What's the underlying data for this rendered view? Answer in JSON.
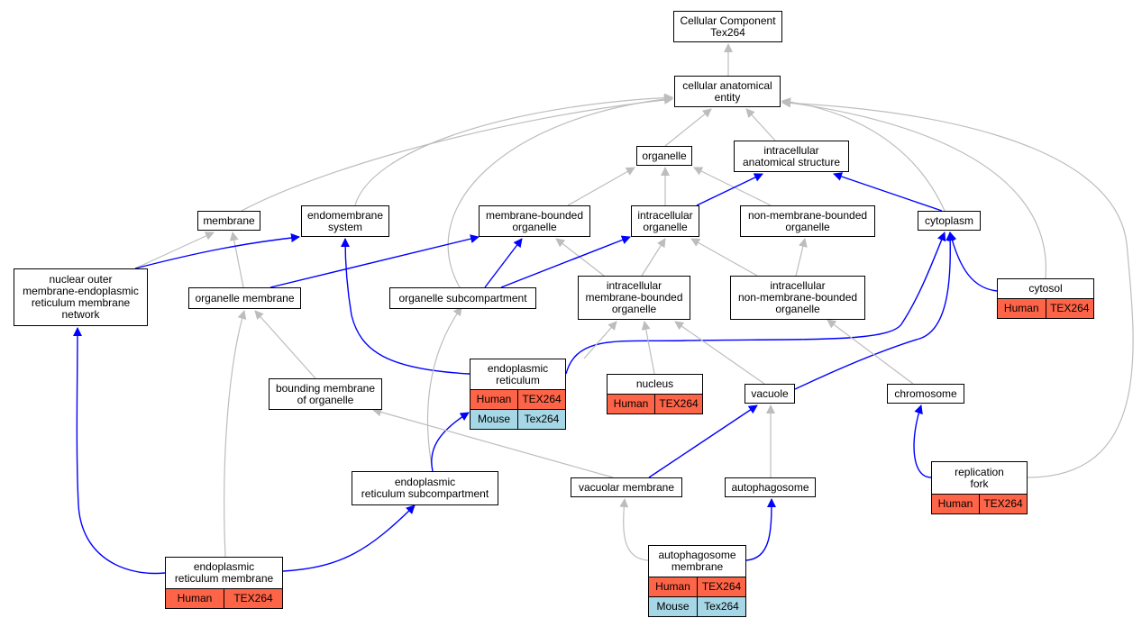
{
  "colors": {
    "is_a_edge": "#bdbdbd",
    "part_of_edge": "#0000ff",
    "human_cell": "#fe6447",
    "mouse_cell": "#a6d7e6"
  },
  "nodes": {
    "root": {
      "lines": [
        "Cellular Component",
        "Tex264"
      ]
    },
    "cae": {
      "lines": [
        "cellular anatomical",
        "entity"
      ]
    },
    "organelle": {
      "lines": [
        "organelle"
      ]
    },
    "ias": {
      "lines": [
        "intracellular",
        "anatomical structure"
      ]
    },
    "membrane": {
      "lines": [
        "membrane"
      ]
    },
    "endomembrane": {
      "lines": [
        "endomembrane",
        "system"
      ]
    },
    "mbo": {
      "lines": [
        "membrane-bounded",
        "organelle"
      ]
    },
    "io": {
      "lines": [
        "intracellular",
        "organelle"
      ]
    },
    "nmbo": {
      "lines": [
        "non-membrane-bounded",
        "organelle"
      ]
    },
    "cytoplasm": {
      "lines": [
        "cytoplasm"
      ]
    },
    "nuclear": {
      "lines": [
        "nuclear outer",
        "membrane-endoplasmic",
        "reticulum membrane",
        "network"
      ]
    },
    "orgmem": {
      "lines": [
        "organelle membrane"
      ]
    },
    "orgsub": {
      "lines": [
        "organelle subcompartment"
      ]
    },
    "imbo": {
      "lines": [
        "intracellular",
        "membrane-bounded",
        "organelle"
      ]
    },
    "inmbo": {
      "lines": [
        "intracellular",
        "non-membrane-bounded",
        "organelle"
      ]
    },
    "cytosol": {
      "lines": [
        "cytosol"
      ],
      "rows": [
        {
          "species": "Human",
          "gene": "TEX264"
        }
      ]
    },
    "er": {
      "lines": [
        "endoplasmic",
        "reticulum"
      ],
      "rows": [
        {
          "species": "Human",
          "gene": "TEX264"
        },
        {
          "species": "Mouse",
          "gene": "Tex264"
        }
      ]
    },
    "bmo": {
      "lines": [
        "bounding membrane",
        "of organelle"
      ]
    },
    "nucleus": {
      "lines": [
        "nucleus"
      ],
      "rows": [
        {
          "species": "Human",
          "gene": "TEX264"
        }
      ]
    },
    "vacuole": {
      "lines": [
        "vacuole"
      ]
    },
    "chromosome": {
      "lines": [
        "chromosome"
      ]
    },
    "ersub": {
      "lines": [
        "endoplasmic",
        "reticulum subcompartment"
      ]
    },
    "vacmem": {
      "lines": [
        "vacuolar membrane"
      ]
    },
    "autophagosome": {
      "lines": [
        "autophagosome"
      ]
    },
    "repfork": {
      "lines": [
        "replication",
        "fork"
      ],
      "rows": [
        {
          "species": "Human",
          "gene": "TEX264"
        }
      ]
    },
    "ermem": {
      "lines": [
        "endoplasmic",
        "reticulum membrane"
      ],
      "rows": [
        {
          "species": "Human",
          "gene": "TEX264"
        }
      ]
    },
    "apmem": {
      "lines": [
        "autophagosome",
        "membrane"
      ],
      "rows": [
        {
          "species": "Human",
          "gene": "TEX264"
        },
        {
          "species": "Mouse",
          "gene": "Tex264"
        }
      ]
    }
  },
  "edges": [
    {
      "from": "cae",
      "to": "root",
      "type": "is_a"
    },
    {
      "from": "organelle",
      "to": "cae",
      "type": "is_a"
    },
    {
      "from": "ias",
      "to": "cae",
      "type": "is_a"
    },
    {
      "from": "membrane",
      "to": "cae",
      "type": "is_a"
    },
    {
      "from": "endomembrane",
      "to": "cae",
      "type": "is_a"
    },
    {
      "from": "orgsub",
      "to": "cae",
      "type": "is_a"
    },
    {
      "from": "cytoplasm",
      "to": "cae",
      "type": "is_a"
    },
    {
      "from": "cytosol",
      "to": "cae",
      "type": "is_a"
    },
    {
      "from": "repfork",
      "to": "cae",
      "type": "is_a"
    },
    {
      "from": "mbo",
      "to": "organelle",
      "type": "is_a"
    },
    {
      "from": "io",
      "to": "organelle",
      "type": "is_a"
    },
    {
      "from": "nmbo",
      "to": "organelle",
      "type": "is_a"
    },
    {
      "from": "io",
      "to": "ias",
      "type": "part_of"
    },
    {
      "from": "cytoplasm",
      "to": "ias",
      "type": "part_of"
    },
    {
      "from": "nuclear",
      "to": "membrane",
      "type": "is_a"
    },
    {
      "from": "orgmem",
      "to": "membrane",
      "type": "is_a"
    },
    {
      "from": "nuclear",
      "to": "endomembrane",
      "type": "part_of"
    },
    {
      "from": "er",
      "to": "endomembrane",
      "type": "part_of"
    },
    {
      "from": "orgmem",
      "to": "mbo",
      "type": "part_of"
    },
    {
      "from": "orgsub",
      "to": "mbo",
      "type": "part_of"
    },
    {
      "from": "imbo",
      "to": "mbo",
      "type": "is_a"
    },
    {
      "from": "orgsub",
      "to": "io",
      "type": "part_of"
    },
    {
      "from": "imbo",
      "to": "io",
      "type": "is_a"
    },
    {
      "from": "inmbo",
      "to": "io",
      "type": "is_a"
    },
    {
      "from": "inmbo",
      "to": "nmbo",
      "type": "is_a"
    },
    {
      "from": "cytosol",
      "to": "cytoplasm",
      "type": "part_of"
    },
    {
      "from": "er",
      "to": "cytoplasm",
      "type": "part_of"
    },
    {
      "from": "vacuole",
      "to": "cytoplasm",
      "type": "part_of"
    },
    {
      "from": "ermem",
      "to": "nuclear",
      "type": "part_of"
    },
    {
      "from": "ermem",
      "to": "orgmem",
      "type": "is_a"
    },
    {
      "from": "bmo",
      "to": "orgmem",
      "type": "is_a"
    },
    {
      "from": "ersub",
      "to": "orgsub",
      "type": "is_a"
    },
    {
      "from": "er",
      "to": "imbo",
      "type": "is_a"
    },
    {
      "from": "nucleus",
      "to": "imbo",
      "type": "is_a"
    },
    {
      "from": "vacuole",
      "to": "imbo",
      "type": "is_a"
    },
    {
      "from": "chromosome",
      "to": "inmbo",
      "type": "is_a"
    },
    {
      "from": "ersub",
      "to": "er",
      "type": "part_of"
    },
    {
      "from": "vacmem",
      "to": "bmo",
      "type": "is_a"
    },
    {
      "from": "vacmem",
      "to": "vacuole",
      "type": "part_of"
    },
    {
      "from": "autophagosome",
      "to": "vacuole",
      "type": "is_a"
    },
    {
      "from": "repfork",
      "to": "chromosome",
      "type": "part_of"
    },
    {
      "from": "ermem",
      "to": "ersub",
      "type": "part_of"
    },
    {
      "from": "apmem",
      "to": "vacmem",
      "type": "is_a"
    },
    {
      "from": "apmem",
      "to": "autophagosome",
      "type": "part_of"
    }
  ]
}
